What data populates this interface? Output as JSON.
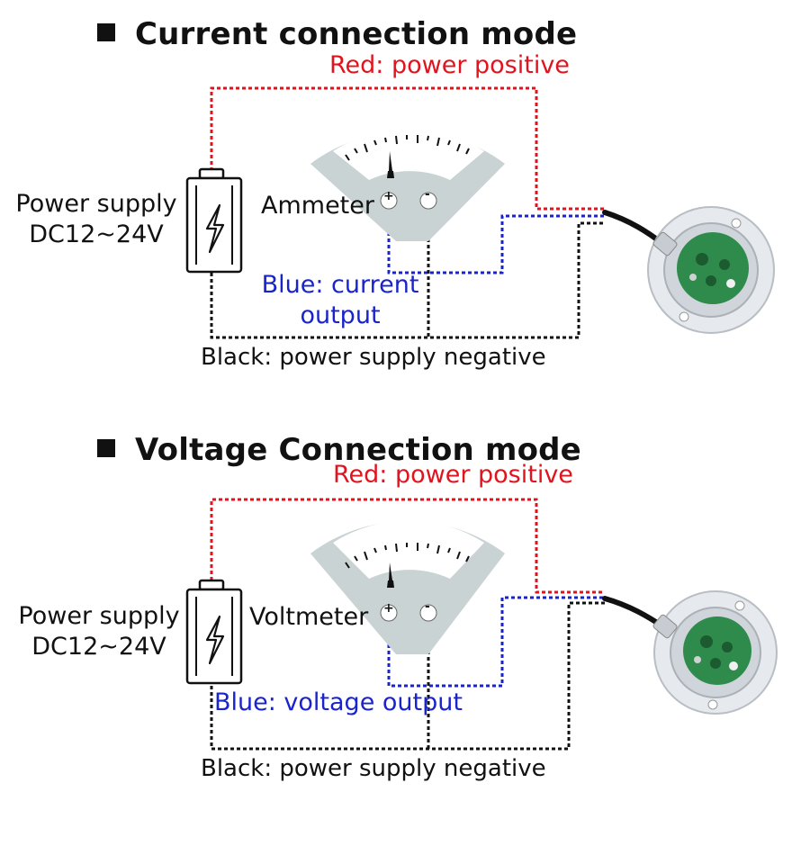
{
  "sections": [
    {
      "title": "Current connection mode",
      "red_label": "Red: power positive",
      "power_label_line1": "Power supply",
      "power_label_line2": "DC12~24V",
      "meter_label": "Ammeter",
      "blue_label": "Blue: current output",
      "black_label": "Black: power supply negative",
      "terminal_plus": "+",
      "terminal_minus": "-"
    },
    {
      "title": "Voltage Connection mode",
      "red_label": "Red: power positive",
      "power_label_line1": "Power supply",
      "power_label_line2": "DC12~24V",
      "meter_label": "Voltmeter",
      "blue_label": "Blue: voltage output",
      "black_label": "Black: power supply negative",
      "terminal_plus": "+",
      "terminal_minus": "-"
    }
  ],
  "colors": {
    "red_wire": "#e0141e",
    "blue_wire": "#1a24cc",
    "black_wire": "#111111",
    "meter_body": "#c9d3d3",
    "meter_face": "#ffffff"
  },
  "icons": [
    "battery-icon",
    "lightning-bolt-icon",
    "meter-needle-icon",
    "sensor-device-icon"
  ]
}
